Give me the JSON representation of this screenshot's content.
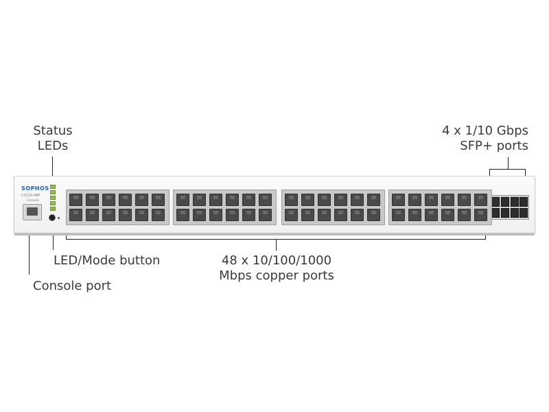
{
  "labels": {
    "status_leds": [
      "Status",
      "LEDs"
    ],
    "sfp_ports": [
      "4 x 1/10 Gbps",
      "SFP+ ports"
    ],
    "led_mode_button": "LED/Mode button",
    "console_port": "Console port",
    "copper_ports": [
      "48 x 10/100/1000",
      "Mbps copper ports"
    ]
  },
  "device": {
    "brand": "SOPHOS",
    "model": "CS110-48P",
    "console_label": "Console"
  },
  "colors": {
    "text": "#3a3a3a",
    "brand": "#1f5fb0",
    "led": "#8fbf4a"
  }
}
